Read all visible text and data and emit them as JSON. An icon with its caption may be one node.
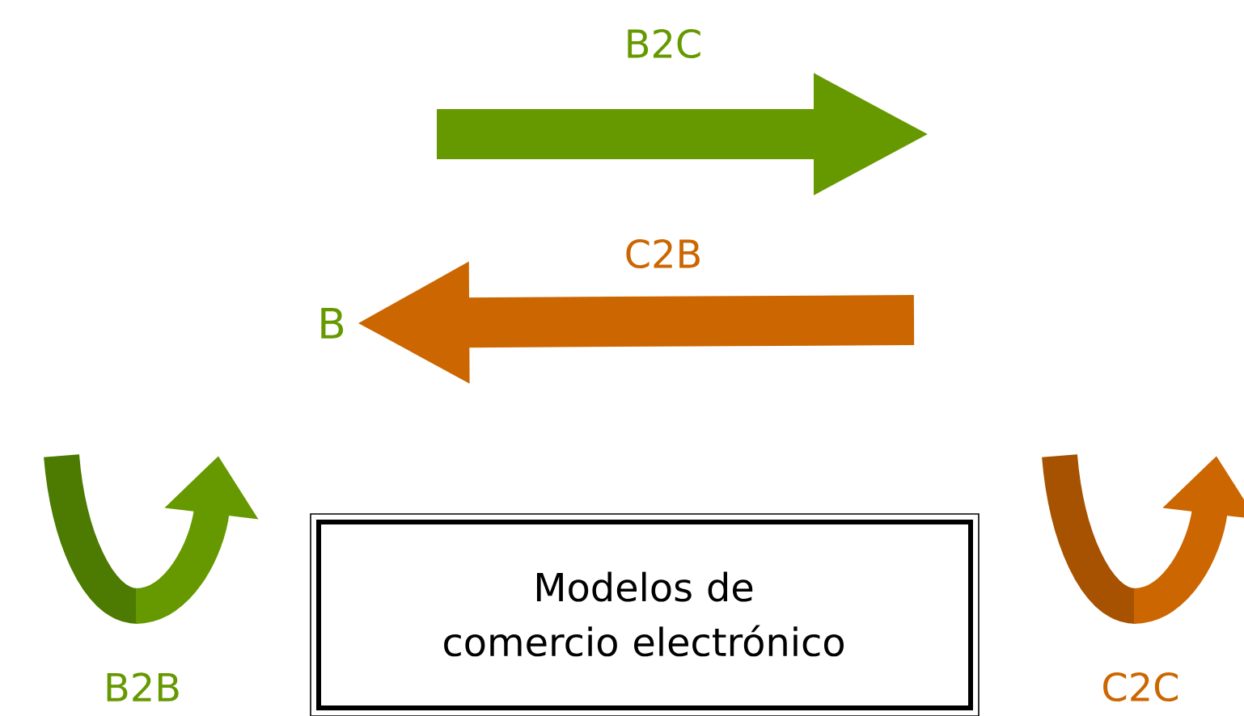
{
  "diagram": {
    "nodes": [
      {
        "text": [
          "Modelos de comercio electrónico"
        ]
      },
      {
        "text": [
          "B"
        ]
      }
    ],
    "edges": [
      {
        "from": null,
        "to": 1,
        "arrow": "to",
        "label": "C2B",
        "color": "#cc6600"
      }
    ],
    "labels": [
      "B2C",
      "B2B",
      "C2C"
    ]
  }
}
